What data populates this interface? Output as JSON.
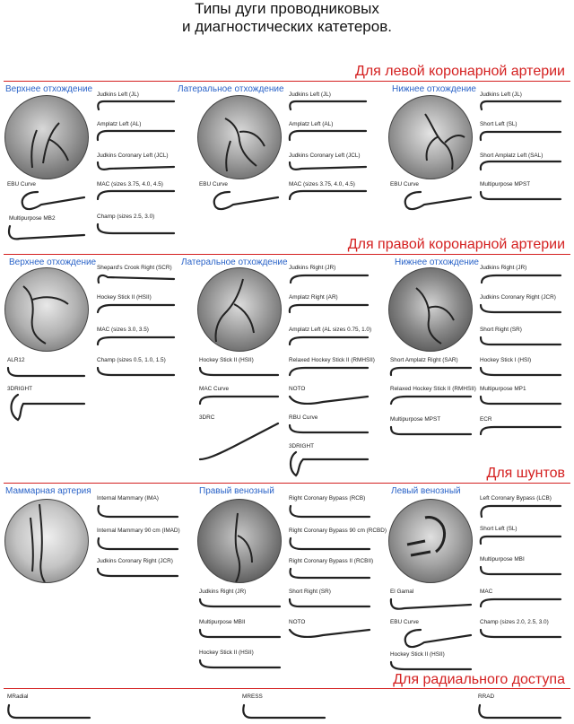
{
  "title_line1": "Типы дуги проводниковых",
  "title_line2": "и диагностических катетеров.",
  "sections": {
    "left": "Для левой коронарной артерии",
    "right": "Для правой коронарной артерии",
    "shunts": "Для шунтов",
    "radial": "Для радиального доступа"
  },
  "groups": {
    "l_sup": "Верхнее отхождение",
    "l_lat": "Латеральное отхождение",
    "l_inf": "Нижнее отхождение",
    "r_sup": "Верхнее отхождение",
    "r_lat": "Латеральное отхождение",
    "r_inf": "Нижнее отхождение",
    "s_mam": "Маммарная артерия",
    "s_rv": "Правый венозный",
    "s_lv": "Левый венозный"
  },
  "labels": {
    "l1_jl": "Judkins Left (JL)",
    "l1_al": "Amplatz Left (AL)",
    "l1_jcl": "Judkins Coronary Left (JCL)",
    "l1_mac": "MAC (sizes 3.75, 4.0, 4.5)",
    "l1_champ": "Champ (sizes 2.5, 3.0)",
    "l1_ebu": "EBU Curve",
    "l1_mb2": "Multipurpose MB2",
    "l2_jl": "Judkins Left (JL)",
    "l2_al": "Amplatz Left (AL)",
    "l2_jcl": "Judkins Coronary Left (JCL)",
    "l2_mac": "MAC (sizes 3.75, 4.0, 4.5)",
    "l2_ebu": "EBU Curve",
    "l3_jl": "Judkins Left (JL)",
    "l3_sl": "Short Left (SL)",
    "l3_sal": "Short Amplatz Left (SAL)",
    "l3_mpst": "Multipurpose MPST",
    "l3_ebu": "EBU Curve",
    "r1_scr": "Shepard's Crook Right (SCR)",
    "r1_hsii": "Hockey Stick II (HSII)",
    "r1_mac": "MAC (sizes 3.0, 3.5)",
    "r1_champ": "Champ (sizes 0.5, 1.0, 1.5)",
    "r1_alr": "ALR12",
    "r1_3d": "3DRIGHT",
    "r2_jr": "Judkins Right (JR)",
    "r2_ar": "Amplatz Right (AR)",
    "r2_alx": "Amplatz Left (AL sizes 0.75, 1.0)",
    "r2_hsii": "Hockey Stick II (HSII)",
    "r2_rhsii": "Relaxed Hockey Stick II (RMHSII)",
    "r2_mac": "MAC Curve",
    "r2_noto": "NOTO",
    "r2_3drc": "3DRC",
    "r2_rbu": "RBU Curve",
    "r2_3d": "3DRIGHT",
    "r3_jr": "Judkins Right (JR)",
    "r3_jcr": "Judkins Coronary Right (JCR)",
    "r3_sr": "Short Right (SR)",
    "r3_sar": "Short Amplatz Right (SAR)",
    "r3_hsi": "Hockey Stick I (HSI)",
    "r3_rhsii": "Relaxed Hockey Stick II (RMHSII)",
    "r3_mp1": "Multipurpose MP1",
    "r3_mpst": "Multipurpose MPST",
    "r3_ecr": "ECR",
    "s1_ima": "Internal Mammary (IMA)",
    "s1_imad": "Internal Mammary 90 cm (IMAD)",
    "s1_jcr": "Judkins Coronary Right (JCR)",
    "s2_rcb": "Right Coronary Bypass (RCB)",
    "s2_rcbd": "Right Coronary Bypass 90 cm (RCBD)",
    "s2_rcbii": "Right Coronary Bypass II (RCBII)",
    "s2_jr": "Judkins Right (JR)",
    "s2_sr": "Short Right (SR)",
    "s2_mbii": "Multipurpose MBII",
    "s2_noto": "NOTO",
    "s2_hsii": "Hockey Stick II (HSII)",
    "s3_lcb": "Left Coronary Bypass (LCB)",
    "s3_sl": "Short Left (SL)",
    "s3_mbi": "Multipurpose MBI",
    "s3_eg": "El Gamal",
    "s3_mac": "MAC",
    "s3_ebu": "EBU Curve",
    "s3_champ": "Champ (sizes 2.0, 2.5, 3.0)",
    "s3_hsii": "Hockey Stick II (HSII)",
    "rad_1": "MRadial",
    "rad_2": "MRESS",
    "rad_3": "RRAD"
  },
  "colors": {
    "section_red": "#d42020",
    "group_blue": "#2a63c8"
  }
}
